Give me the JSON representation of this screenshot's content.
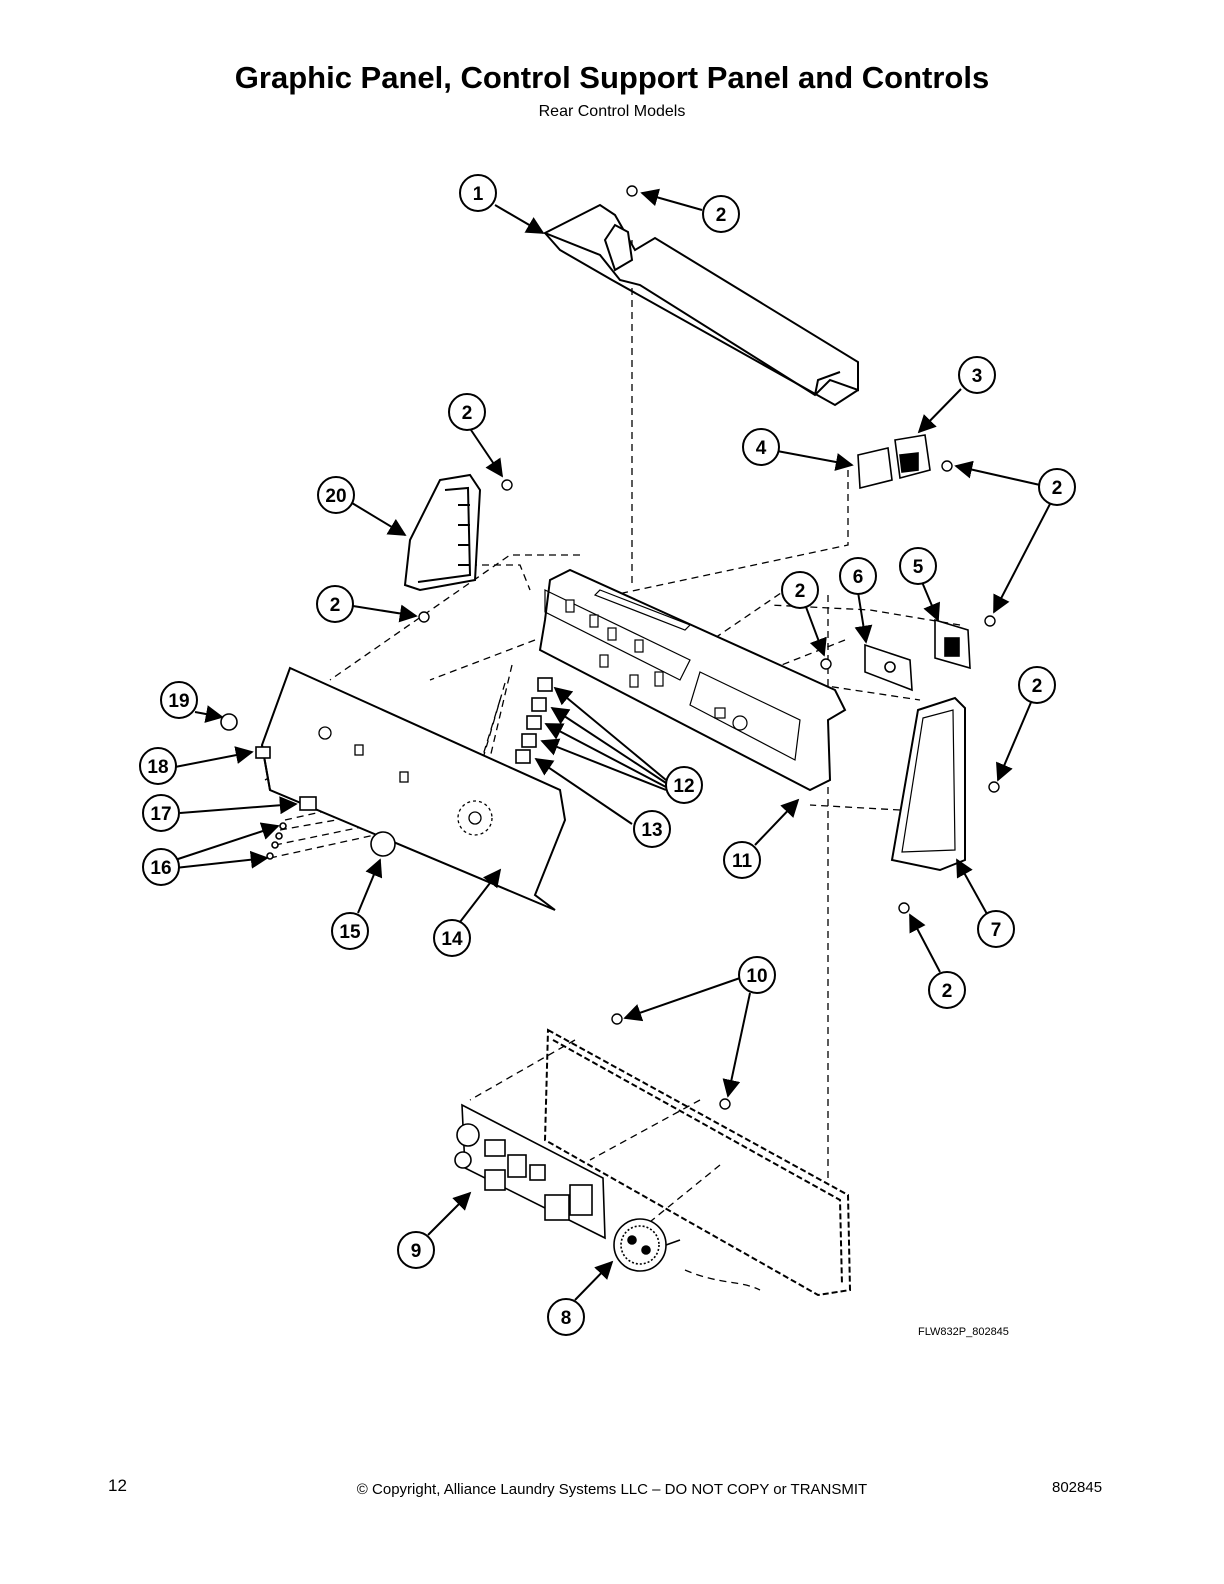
{
  "header": {
    "title": "Graphic Panel, Control Support Panel and Controls",
    "subtitle": "Rear Control Models"
  },
  "diagram": {
    "callouts": [
      {
        "id": "callout-1",
        "label": "1"
      },
      {
        "id": "callout-2-top",
        "label": "2"
      },
      {
        "id": "callout-3",
        "label": "3"
      },
      {
        "id": "callout-4",
        "label": "4"
      },
      {
        "id": "callout-2-right-upper",
        "label": "2"
      },
      {
        "id": "callout-2-left-upper",
        "label": "2"
      },
      {
        "id": "callout-20",
        "label": "20"
      },
      {
        "id": "callout-2-left-lower",
        "label": "2"
      },
      {
        "id": "callout-2-mid",
        "label": "2"
      },
      {
        "id": "callout-6",
        "label": "6"
      },
      {
        "id": "callout-5",
        "label": "5"
      },
      {
        "id": "callout-2-right-mid",
        "label": "2"
      },
      {
        "id": "callout-19",
        "label": "19"
      },
      {
        "id": "callout-18",
        "label": "18"
      },
      {
        "id": "callout-17",
        "label": "17"
      },
      {
        "id": "callout-16",
        "label": "16"
      },
      {
        "id": "callout-12",
        "label": "12"
      },
      {
        "id": "callout-13",
        "label": "13"
      },
      {
        "id": "callout-11",
        "label": "11"
      },
      {
        "id": "callout-15",
        "label": "15"
      },
      {
        "id": "callout-14",
        "label": "14"
      },
      {
        "id": "callout-7",
        "label": "7"
      },
      {
        "id": "callout-2-right-lower",
        "label": "2"
      },
      {
        "id": "callout-10",
        "label": "10"
      },
      {
        "id": "callout-9",
        "label": "9"
      },
      {
        "id": "callout-8",
        "label": "8"
      }
    ],
    "drawing_id": "FLW832P_802845"
  },
  "footer": {
    "page_number": "12",
    "copyright": "© Copyright, Alliance Laundry Systems LLC – DO NOT COPY or TRANSMIT",
    "doc_number": "802845"
  }
}
